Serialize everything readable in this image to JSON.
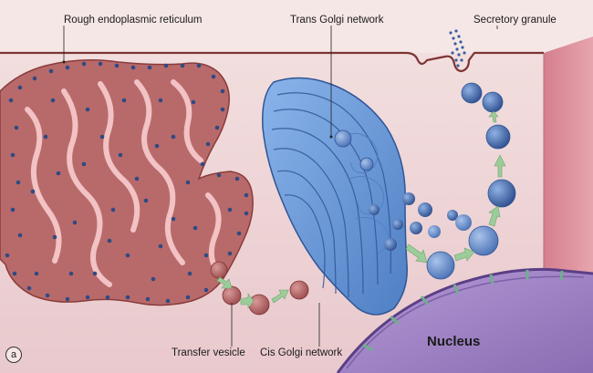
{
  "labels": {
    "rough_er": "Rough endoplasmic reticulum",
    "trans_golgi": "Trans Golgi network",
    "secretory_granule": "Secretory granule",
    "transfer_vesicle": "Transfer vesicle",
    "cis_golgi": "Cis Golgi network",
    "nucleus": "Nucleus",
    "panel": "a"
  },
  "colors": {
    "cytoplasm": "#efd3d6",
    "membrane": "#8a3b3b",
    "er_fill": "#b86a6a",
    "ribosome": "#2f4a82",
    "golgi": "#6b9bd8",
    "golgi_dark": "#3f6db3",
    "nucleus": "#9a7dc0",
    "arrow": "#9ccc9a",
    "side_wall": "#d98f9a"
  }
}
